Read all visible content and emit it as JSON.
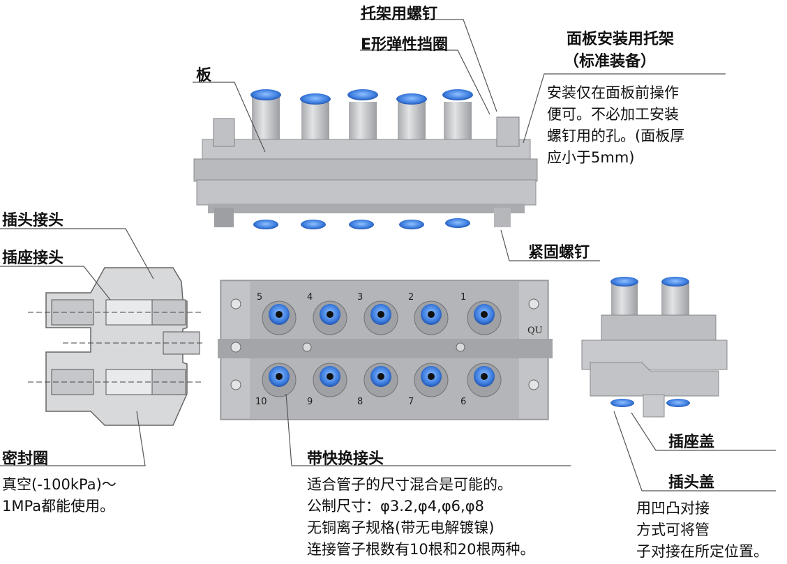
{
  "labels": {
    "bracket_screw": "托架用螺钉",
    "e_ring": "E形弹性挡圈",
    "panel_bracket": "面板安装用托架",
    "panel_bracket_std": "（标准装备）",
    "board": "板",
    "plug_joint": "插头接头",
    "socket_joint": "插座接头",
    "set_screw": "紧固螺钉",
    "seal_ring": "密封圈",
    "quick_fitting": "带快换接头",
    "socket_cap": "插座盖",
    "plug_cap": "插头盖"
  },
  "notes": {
    "bracket_note": [
      "安装仅在面板前操作",
      "便可。不必加工安装",
      "螺钉用的孔。(面板厚",
      "应小于5mm)"
    ],
    "seal_note": [
      "真空(-100kPa)～",
      "1MPa都能使用。"
    ],
    "fitting_note": [
      "适合管子的尺寸混合是可能的。",
      "公制尺寸：φ3.2,φ4,φ6,φ8",
      "无铜离子规格(带无电解镀镍)",
      "连接管子根数有10根和20根两种。"
    ],
    "cap_note": [
      "用凹凸对接",
      "方式可将管",
      "子对接在所定位置。"
    ]
  },
  "front_view": {
    "top_numbers": [
      "5",
      "4",
      "3",
      "2",
      "1"
    ],
    "bottom_numbers": [
      "10",
      "9",
      "8",
      "7",
      "6"
    ],
    "mark": "QU"
  },
  "colors": {
    "accent_blue": "#3f7fe0",
    "body_gray": "#c9cacd",
    "plate_gray": "#a7a9ad"
  }
}
